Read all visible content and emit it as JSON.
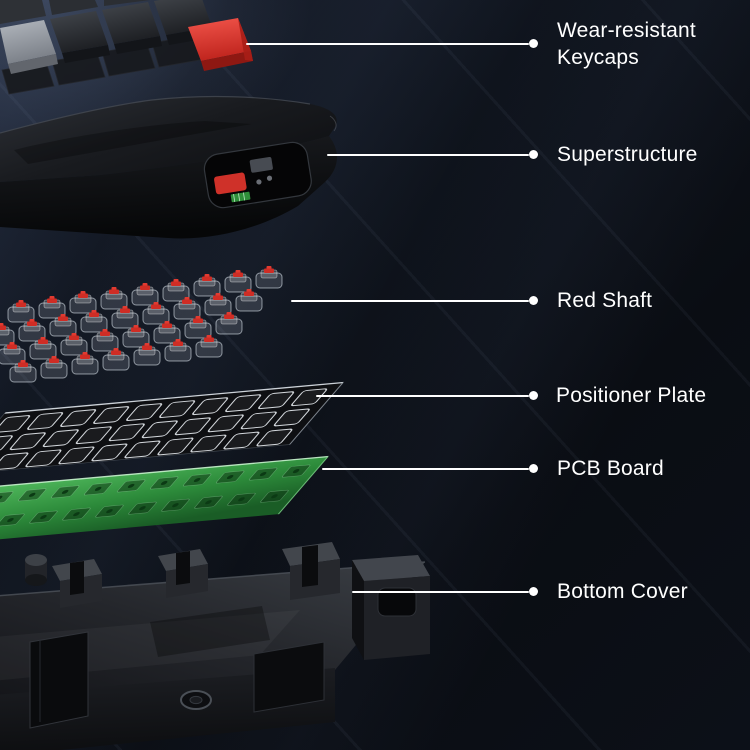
{
  "callouts": [
    {
      "id": "keycaps",
      "label": "Wear-resistant Keycaps"
    },
    {
      "id": "superstructure",
      "label": "Superstructure"
    },
    {
      "id": "red-shaft",
      "label": "Red Shaft"
    },
    {
      "id": "positioner-plate",
      "label": "Positioner Plate"
    },
    {
      "id": "pcb-board",
      "label": "PCB Board"
    },
    {
      "id": "bottom-cover",
      "label": "Bottom Cover"
    }
  ],
  "colors": {
    "background_dark": "#0a0d13",
    "background_streak": "#1a2130",
    "callout_line": "#ffffff",
    "label_text": "#ffffff",
    "accent_red": "#d7332b",
    "pcb_green": "#2c8a3a",
    "case_black": "#17181b"
  }
}
